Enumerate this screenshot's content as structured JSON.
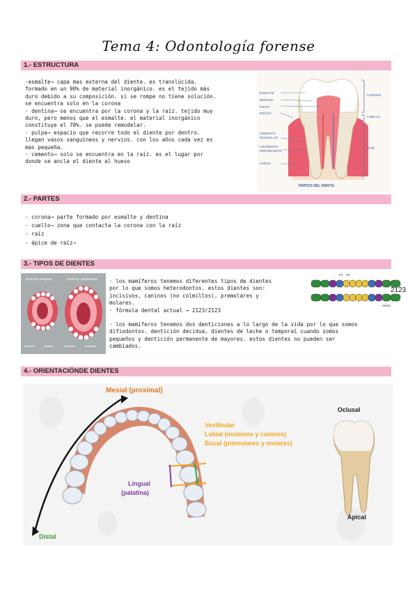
{
  "title": "Tema 4: Odontología forense",
  "sections": {
    "s1": {
      "heading": "1.- ESTRUCTURA",
      "lines": [
        "·esmalte→ capa mas externa del diente. es translúcida.",
        "formado en un 90% de material inorgánico. es el tejido más",
        "duro debido a su composición. si se rompe no tiene solución.",
        "se encuentra solo en la corona",
        "· dentina→ se encuentra por la corona y la raíz. tejido muy",
        "duro, pero menos que el esmalte. el material inorgánico",
        "constituye el 70%. se puede remodelar.",
        "· pulpa→ espacio que recorre todo el diente por dentro.",
        "llegan vasos sanguíneos y nervios. con los años cada vez es",
        "mas pequeña.",
        "· cemento→ solo se encuentra en la raíz. es el lugar por",
        "donde se ancla el diente al hueso"
      ],
      "figure": {
        "left_labels": [
          "ESMALTE",
          "DENTINA",
          "PULPA",
          "ENCÍAS",
          "CEMENTO RADICULAR",
          "LIGAMENTO PERIODONTAL",
          "HUESO"
        ],
        "right_labels": [
          "CORONA",
          "CUELLO",
          "RAÍZ"
        ],
        "caption": "PARTES DEL DIENTE"
      }
    },
    "s2": {
      "heading": "2.- PARTES",
      "lines": [
        "· corona→ parte formado por esmalte y dentina",
        "· cuello→ zona que contacta la corona con la raíz",
        "· raíz",
        "· ápice de raíz→"
      ]
    },
    "s3": {
      "heading": "3.- TIPOS DE DIENTES",
      "lines": [
        "· los mamíferos tenemos diferentes tipos de dientes",
        "por lo que somos heterodontos. estos dientes son:",
        "incisivos, caninos (no colmillos), premolares y",
        "molares.",
        "· fórmula dental actual → 2123/2123"
      ],
      "lines_wide": [
        "· los mamíferos tenemos dos denticiones a lo largo de la vida por lo que somos",
        "difiodontos. dentición decidua, dientes de leche o temporal cuando somos",
        "pequeños y dentición permanente de mayores. estos dientes no pueden ser",
        "cambiados."
      ],
      "mouth_labels": [
        "Dentición temporal",
        "Dentición permanente"
      ],
      "formula_figure": {
        "top_labels": [
          "P3",
          "P4"
        ],
        "number": "2123",
        "species": "Homo"
      }
    },
    "s4": {
      "heading": "4.- ORIENTACIÓNDE DIENTES",
      "mesial": "Mesial (proximal)",
      "distal": "Distal",
      "lingual_1": "Lingual",
      "lingual_2": "(palatina)",
      "vestibular": [
        "Vestibular",
        "Labial (incisivos y caninos)",
        "Bucal (premolares y molares)"
      ],
      "oclusal": "Oclusal",
      "apical": "Apical"
    }
  },
  "colors": {
    "pink_bar": "#f4b6cc",
    "mesial": "#e07a1f",
    "vestibular": "#f4a623",
    "lingual": "#7b3fa6",
    "distal": "#3aa335"
  }
}
